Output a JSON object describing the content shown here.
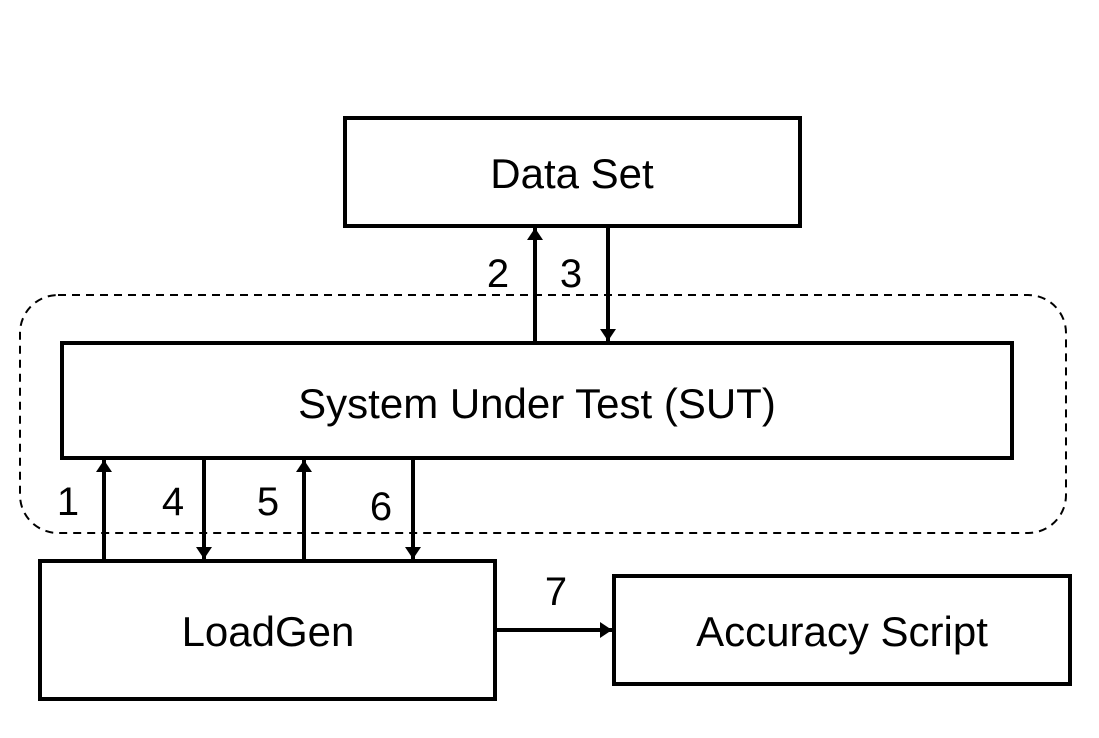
{
  "boxes": {
    "data_set": "Data Set",
    "sut": "System Under Test (SUT)",
    "loadgen": "LoadGen",
    "accuracy_script": "Accuracy Script"
  },
  "arrow_labels": {
    "a1": "1",
    "a2": "2",
    "a3": "3",
    "a4": "4",
    "a5": "5",
    "a6": "6",
    "a7": "7"
  },
  "colors": {
    "stroke": "#000000",
    "background": "#ffffff"
  }
}
